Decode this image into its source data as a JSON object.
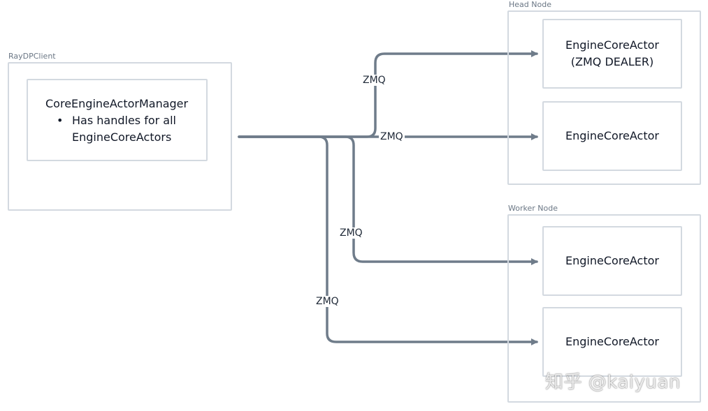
{
  "groups": {
    "client": {
      "label": "RayDPClient"
    },
    "head": {
      "label": "Head Node"
    },
    "worker": {
      "label": "Worker Node"
    }
  },
  "manager": {
    "title": "CoreEngineActorManager",
    "bullet": "Has handles for all\nEngineCoreActors",
    "bullet_glyph": "•"
  },
  "actors": {
    "head_1_line1": "EngineCoreActor",
    "head_1_line2": "(ZMQ DEALER)",
    "head_2": "EngineCoreActor",
    "worker_1": "EngineCoreActor",
    "worker_2": "EngineCoreActor"
  },
  "edges": {
    "e1": "ZMQ",
    "e2": "ZMQ",
    "e3": "ZMQ",
    "e4": "ZMQ"
  },
  "colors": {
    "line": "#6f7c8a",
    "border": "#d3d9e0"
  },
  "watermark": "知乎 @kaiyuan"
}
